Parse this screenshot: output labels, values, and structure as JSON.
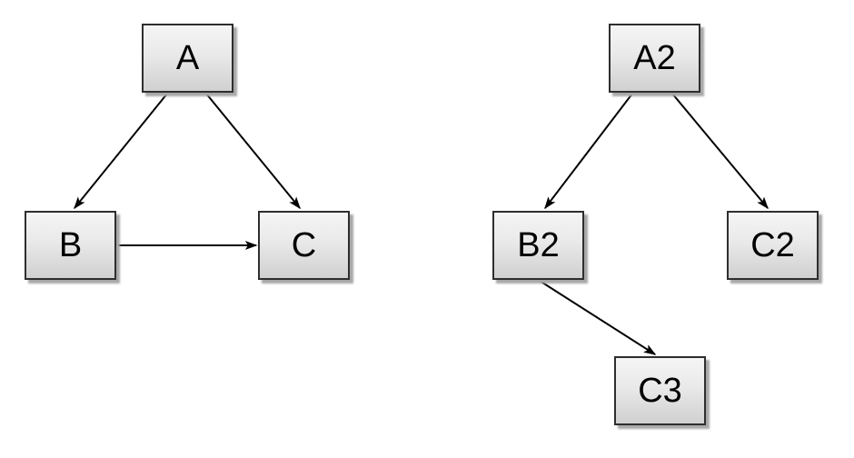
{
  "diagram": {
    "background_color": "#ffffff",
    "node_style": {
      "fill_top": "#f5f5f5",
      "fill_bottom": "#d0d0d0",
      "border_color": "#2e2e2e",
      "shadow_color": "#a8a8a8",
      "text_color": "#000000"
    },
    "edge_style": {
      "stroke_color": "#000000",
      "arrowhead": "classic-filled"
    },
    "left_graph": {
      "nodes": [
        {
          "id": "A",
          "label": "A"
        },
        {
          "id": "B",
          "label": "B"
        },
        {
          "id": "C",
          "label": "C"
        }
      ],
      "edges": [
        {
          "from": "A",
          "to": "B"
        },
        {
          "from": "A",
          "to": "C"
        },
        {
          "from": "B",
          "to": "C"
        }
      ]
    },
    "right_graph": {
      "nodes": [
        {
          "id": "A2",
          "label": "A2"
        },
        {
          "id": "B2",
          "label": "B2"
        },
        {
          "id": "C2",
          "label": "C2"
        },
        {
          "id": "C3",
          "label": "C3"
        }
      ],
      "edges": [
        {
          "from": "A2",
          "to": "B2"
        },
        {
          "from": "A2",
          "to": "C2"
        },
        {
          "from": "B2",
          "to": "C3"
        }
      ]
    }
  }
}
